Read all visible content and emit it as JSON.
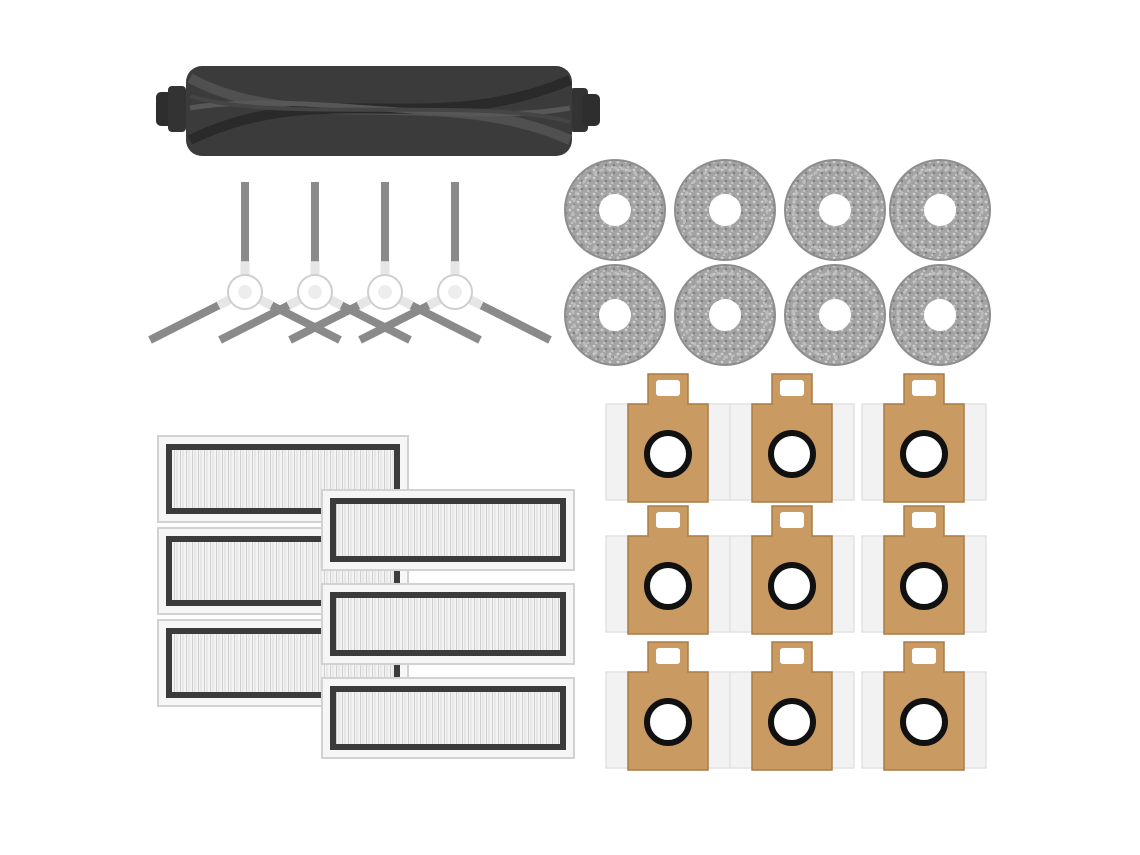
{
  "scene": {
    "background_color": "#ffffff",
    "items": {
      "main_brush": {
        "count": 1,
        "color": "#3a3a3a",
        "icon": "roller-brush-icon"
      },
      "side_brushes": {
        "count": 4,
        "hub_color": "#ffffff",
        "bristle_color": "#8a8a8a",
        "icon": "side-brush-icon"
      },
      "mop_pads": {
        "count": 8,
        "color": "#9a9a9a",
        "icon": "mop-pad-icon"
      },
      "hepa_filters": {
        "count": 6,
        "frame_color": "#3c3c3c",
        "mesh_color": "#f2f2f2",
        "icon": "filter-icon"
      },
      "dust_bags": {
        "count": 9,
        "cardboard_color": "#c99a62",
        "bag_color": "#f2f2f2",
        "ring_color": "#111111",
        "icon": "dust-bag-icon"
      }
    }
  }
}
